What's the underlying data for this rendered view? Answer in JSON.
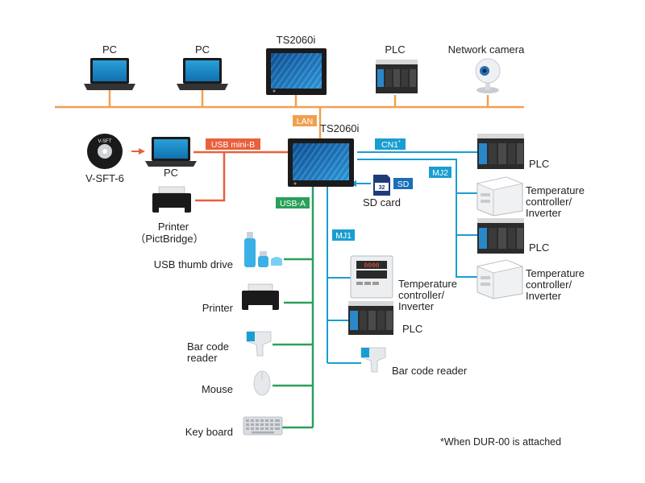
{
  "colors": {
    "lan": "#f0a050",
    "usb_mini_b": "#e8603c",
    "usb_a": "#2aa05a",
    "serial": "#1a9ed2",
    "device_dark": "#1b1b1b",
    "screen_blue": "#1e6fb8"
  },
  "top_row": {
    "pc1": "PC",
    "pc2": "PC",
    "hmi": "TS2060i",
    "plc": "PLC",
    "camera": "Network camera"
  },
  "center_device": "TS2060i",
  "port_tags": {
    "lan": "LAN",
    "usb_mini_b": "USB mini-B",
    "usb_a": "USB-A",
    "cn1": "CN1",
    "cn1_mark": "*",
    "mj1": "MJ1",
    "mj2": "MJ2",
    "sd": "SD"
  },
  "sd_chip_text": "32",
  "left_side": {
    "software": "V-SFT-6",
    "software_disc_text": "V-SFT",
    "pc": "PC",
    "printer_line1": "Printer",
    "printer_line2": "（PictBridge）"
  },
  "sd_card_label": "SD card",
  "usb_devices": {
    "thumb_drive": "USB thumb drive",
    "printer": "Printer",
    "barcode_line1": "Bar code",
    "barcode_line2": "reader",
    "mouse": "Mouse",
    "keyboard": "Key board"
  },
  "mj1_devices": {
    "temp_line1": "Temperature",
    "temp_line2": "controller/",
    "temp_line3": "Inverter",
    "temp_display": "0000",
    "plc": "PLC",
    "barcode": "Bar code reader"
  },
  "cn1_devices": {
    "plc_a": "PLC",
    "temp_a_line1": "Temperature",
    "temp_a_line2": "controller/",
    "temp_a_line3": "Inverter",
    "plc_b": "PLC",
    "temp_b_line1": "Temperature",
    "temp_b_line2": "controller/",
    "temp_b_line3": "Inverter"
  },
  "footnote": "*When DUR-00 is attached"
}
